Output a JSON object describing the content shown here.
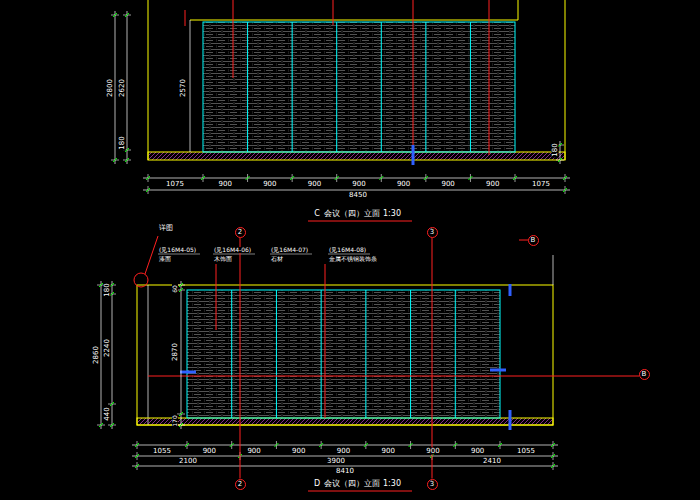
{
  "diagram": {
    "nodes": [
      {
        "text": [
          "2"
        ]
      },
      {
        "text": [
          "3"
        ]
      },
      {
        "text": [
          "B"
        ]
      },
      {
        "text": [
          "B"
        ]
      },
      {
        "text": [
          "2"
        ]
      },
      {
        "text": [
          "3"
        ]
      }
    ],
    "edges": [
      {
        "from": 0,
        "to": 4,
        "arrow": "none"
      },
      {
        "from": 1,
        "to": 5,
        "arrow": "none"
      }
    ],
    "labels": [
      "2800",
      "2620",
      "180",
      "2570",
      "180",
      "1075",
      "900",
      "900",
      "900",
      "900",
      "900",
      "900",
      "900",
      "1075",
      "8450",
      "C",
      "会议（四）立面",
      "1:30",
      "详图",
      "(见16M4-05)",
      "漆面",
      "(见16M4-06)",
      "木饰面",
      "(见16M4-07)",
      "石材",
      "(见16M4-08)",
      "金属不锈钢装饰条",
      "2860",
      "180",
      "2240",
      "440",
      "60",
      "2870",
      "170",
      "1055",
      "900",
      "900",
      "900",
      "900",
      "900",
      "900",
      "900",
      "1055",
      "2100",
      "3900",
      "2410",
      "8410",
      "D",
      "会议（四）立面",
      "1:30"
    ]
  }
}
